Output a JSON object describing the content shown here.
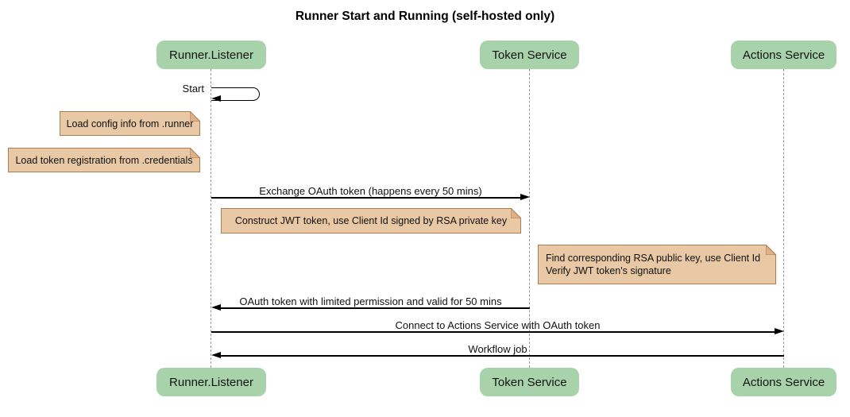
{
  "title": "Runner Start and Running (self-hosted only)",
  "actors": [
    {
      "label": "Runner.Listener"
    },
    {
      "label": "Token Service"
    },
    {
      "label": "Actions Service"
    }
  ],
  "self_message": {
    "label": "Start",
    "actor": "Runner.Listener"
  },
  "notes": [
    {
      "text": "Load config info from .runner",
      "placement": "left of Runner.Listener"
    },
    {
      "text": "Load token registration from .credentials",
      "placement": "left of Runner.Listener"
    },
    {
      "text": "Construct JWT token, use Client Id signed by RSA private key",
      "placement": "over Runner.Listener and Token Service"
    },
    {
      "lines": [
        "Find corresponding RSA public key, use Client Id",
        "Verify JWT token's signature"
      ],
      "placement": "left of Actions Service"
    }
  ],
  "messages": [
    {
      "label": "Exchange OAuth token (happens every 50 mins)",
      "from": "Runner.Listener",
      "to": "Token Service",
      "direction": "right"
    },
    {
      "label": "OAuth token with limited permission and valid for 50 mins",
      "from": "Token Service",
      "to": "Runner.Listener",
      "direction": "left"
    },
    {
      "label": "Connect to Actions Service with OAuth token",
      "from": "Runner.Listener",
      "to": "Actions Service",
      "direction": "right"
    },
    {
      "label": "Workflow job",
      "from": "Actions Service",
      "to": "Runner.Listener",
      "direction": "left"
    }
  ],
  "colors": {
    "actor_fill": "#a7d2aa",
    "note_fill": "#e8c8a5",
    "note_border": "#a97d4f",
    "note_fold": "#ddb088",
    "lifeline": "#999999",
    "arrow": "#000000",
    "text": "#111111",
    "background": "#ffffff"
  }
}
